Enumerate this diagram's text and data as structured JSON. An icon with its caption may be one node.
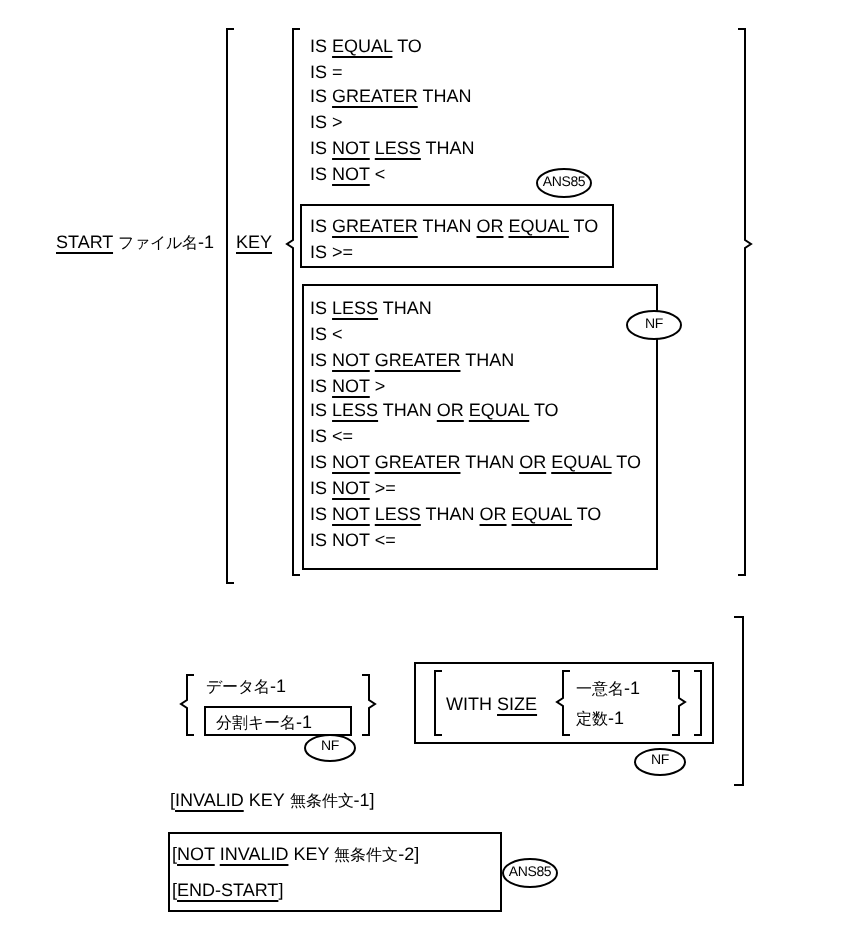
{
  "diagram": {
    "nodes": [
      {
        "text": [
          "ANS85"
        ]
      },
      {
        "text": [
          "IS GREATER THAN OR EQUAL TO",
          "IS >="
        ]
      },
      {
        "text": [
          "IS LESS THAN",
          "IS <",
          "IS NOT GREATER THAN",
          "IS NOT >",
          "IS LESS THAN OR EQUAL TO",
          "IS <=",
          "IS NOT GREATER THAN OR EQUAL TO",
          "IS NOT >=",
          "IS NOT LESS THAN OR EQUAL TO",
          "IS NOT <="
        ]
      },
      {
        "text": [
          "NF"
        ]
      },
      {
        "text": [
          "分割キー名-1"
        ]
      },
      {
        "text": [
          "NF"
        ]
      },
      {
        "text": [
          "WITH SIZE",
          "一意名-1",
          "定数-1"
        ]
      },
      {
        "text": [
          "NF"
        ]
      },
      {
        "text": [
          "[NOT INVALID KEY 無条件文-2]",
          "[END-START]"
        ]
      },
      {
        "text": [
          "ANS85"
        ]
      }
    ],
    "labels": [
      "START ファイル名-1",
      "KEY",
      "IS EQUAL TO",
      "IS =",
      "IS GREATER THAN",
      "IS >",
      "IS NOT LESS THAN",
      "IS NOT <",
      "データ名-1",
      "[INVALID KEY 無条件文-1]"
    ]
  }
}
